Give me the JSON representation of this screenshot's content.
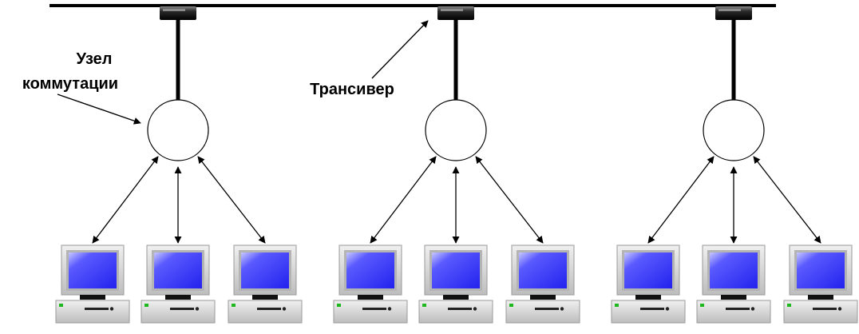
{
  "labels": {
    "switching_node_line1": "Узел",
    "switching_node_line2": "коммутации",
    "transceiver": "Трансивер"
  },
  "colors": {
    "bus": "#000000",
    "transceiver_body": "#1a1a1a",
    "transceiver_highlight": "#8a8a8a",
    "screen": "#2222ee",
    "screen_glare": "#c8c8ff",
    "monitor_case": "#e2e2e2",
    "monitor_bezel": "#b4b4b4",
    "led": "#1fb81f"
  },
  "icons": [
    "transceiver-icon",
    "switching-node-icon",
    "computer-icon",
    "bidirectional-arrow-icon"
  ],
  "structure": {
    "segments": 3,
    "computers_per_segment": 3
  }
}
